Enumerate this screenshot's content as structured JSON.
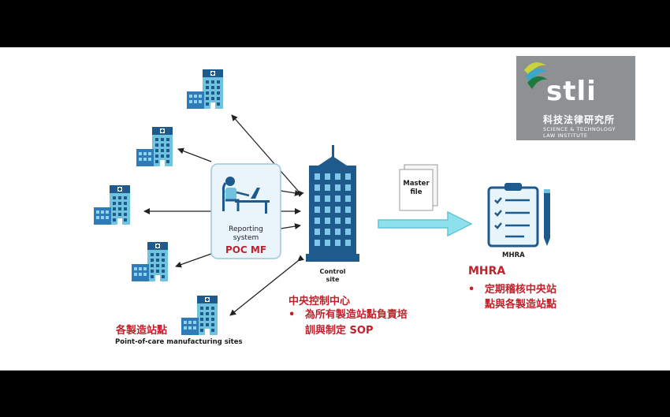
{
  "reporting": {
    "label_line1": "Reporting",
    "label_line2": "system",
    "poc": "POC MF"
  },
  "control": {
    "label_line1": "Control",
    "label_line2": "site"
  },
  "master_file": {
    "line1": "Master",
    "line2": "file"
  },
  "mhra": {
    "label": "MHRA",
    "title": "MHRA",
    "bullet1_line1": "定期稽核中央站",
    "bullet1_line2": "點與各製造站點"
  },
  "central": {
    "title": "中央控制中心",
    "bullet1_line1": "為所有製造站點負責培",
    "bullet1_line2": "訓與制定 SOP"
  },
  "sites": {
    "title": "各製造站點",
    "caption": "Point-of-care manufacturing sites"
  },
  "bullet_symbol": "•",
  "logo": {
    "word": "stli",
    "chinese": "科技法律研究所",
    "english_line1": "SCIENCE & TECHNOLOGY",
    "english_line2": "LAW INSTITUTE"
  },
  "colors": {
    "accent_blue": "#1e5a8c",
    "light_blue": "#6fc3df",
    "red_text": "#c0212b",
    "arrow_cyan": "#8ee0ea",
    "logo_bg": "#8e9194"
  }
}
